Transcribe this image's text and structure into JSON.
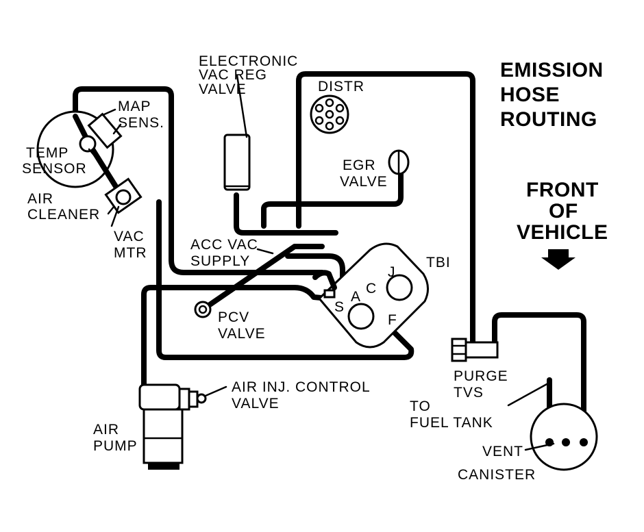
{
  "title": {
    "line1": "EMISSION",
    "line2": "HOSE",
    "line3": "ROUTING"
  },
  "front": {
    "line1": "FRONT",
    "line2": "OF",
    "line3": "VEHICLE"
  },
  "labels": {
    "electronic_vac_reg_valve": {
      "line1": "ELECTRONIC",
      "line2": "VAC REG",
      "line3": "VALVE"
    },
    "distr": "DISTR",
    "map_sensor": {
      "line1": "MAP",
      "line2": "SENS."
    },
    "temp_sensor": {
      "line1": "TEMP",
      "line2": "SENSOR"
    },
    "air_cleaner": {
      "line1": "AIR",
      "line2": "CLEANER"
    },
    "vac_mtr": {
      "line1": "VAC",
      "line2": "MTR"
    },
    "egr_valve": {
      "line1": "EGR",
      "line2": "VALVE"
    },
    "acc_vac_supply": {
      "line1": "ACC VAC",
      "line2": "SUPPLY"
    },
    "tbi": "TBI",
    "pcv_valve": {
      "line1": "PCV",
      "line2": "VALVE"
    },
    "air_inj_control_valve": {
      "line1": "AIR INJ. CONTROL",
      "line2": "VALVE"
    },
    "air_pump": {
      "line1": "AIR",
      "line2": "PUMP"
    },
    "purge_tvs": {
      "line1": "PURGE",
      "line2": "TVS"
    },
    "to_fuel_tank": {
      "line1": "TO",
      "line2": "FUEL TANK"
    },
    "vent": "VENT",
    "canister": "CANISTER"
  },
  "tbi_ports": {
    "j": "J",
    "c": "C",
    "a": "A",
    "s": "S",
    "f": "F"
  }
}
